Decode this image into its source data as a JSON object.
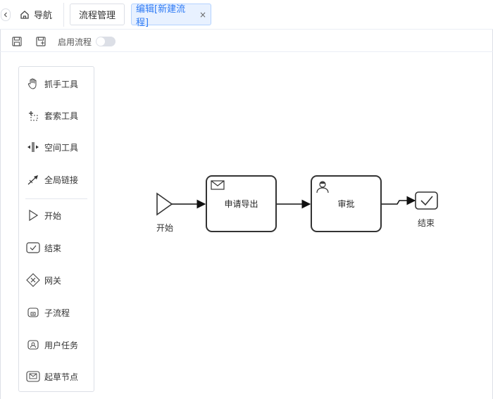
{
  "tabs": {
    "home_label": "导航",
    "process_mgmt_label": "流程管理",
    "active_label": "编辑[新建流程]",
    "close_glyph": "×"
  },
  "toolbar": {
    "save_icon": "save-icon",
    "save_as_icon": "save-as-icon",
    "enable_label": "启用流程",
    "enable_state": false
  },
  "palette": {
    "items": [
      {
        "icon": "hand-tool-icon",
        "label": "抓手工具"
      },
      {
        "icon": "lasso-tool-icon",
        "label": "套索工具"
      },
      {
        "icon": "space-tool-icon",
        "label": "空间工具"
      },
      {
        "icon": "global-connect-icon",
        "label": "全局链接"
      },
      {
        "icon": "start-event-icon",
        "label": "开始"
      },
      {
        "icon": "end-event-icon",
        "label": "结束"
      },
      {
        "icon": "gateway-icon",
        "label": "网关"
      },
      {
        "icon": "subprocess-icon",
        "label": "子流程"
      },
      {
        "icon": "user-task-icon",
        "label": "用户任务"
      },
      {
        "icon": "draft-node-icon",
        "label": "起草节点"
      }
    ]
  },
  "diagram": {
    "start_label": "开始",
    "task1_label": "申请导出",
    "task2_label": "审批",
    "end_label": "结束"
  },
  "colors": {
    "active_tab_bg": "#e8f1ff",
    "active_tab_text": "#2f7bf5",
    "stroke": "#333333"
  }
}
